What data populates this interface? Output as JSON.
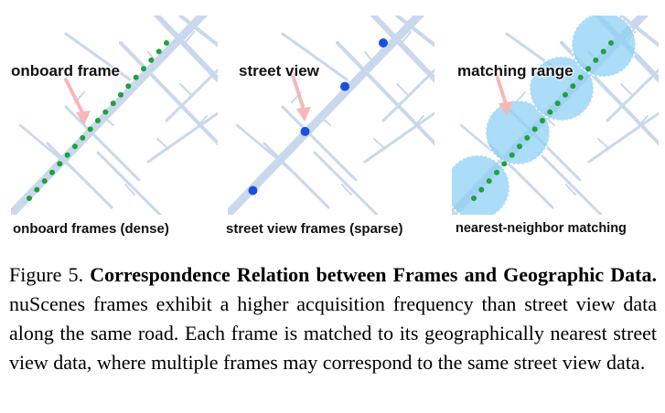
{
  "panels": [
    {
      "title": "onboard frame",
      "caption": "onboard frames (dense)"
    },
    {
      "title": "street view",
      "caption": "street view frames (sparse)"
    },
    {
      "title": "matching range",
      "caption": "nearest-neighbor matching"
    }
  ],
  "figure": {
    "label": "Figure 5.",
    "title": "Correspondence Relation between Frames and Geographic Data.",
    "body": "nuScenes frames exhibit a higher acquisition frequency than street view data along the same road. Each frame is matched to its geographically nearest street view data, where multiple frames may correspond to the same street view data."
  },
  "colors": {
    "road": "#c9d8ec",
    "onboard_dot": "#1fa13a",
    "street_view_dot": "#1a4fe0",
    "matching_circle": "#8fd0f5",
    "arrow": "#f4b8b8"
  }
}
